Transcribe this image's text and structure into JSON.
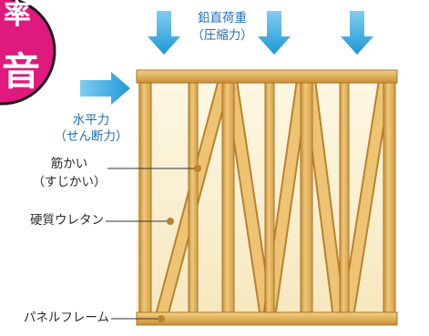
{
  "badge": {
    "line1": "率",
    "line2": "音"
  },
  "labels": {
    "vertical_load": "鉛直荷重",
    "vertical_load_sub": "（圧縮力）",
    "horizontal_force": "水平力",
    "horizontal_force_sub": "（せん断力）",
    "brace": "筋かい",
    "brace_sub": "（すじかい）",
    "urethane": "硬質ウレタン",
    "panel_frame": "パネルフレーム"
  },
  "colors": {
    "badge_fill": "#e0197d",
    "badge_stroke": "#1a1a1a",
    "arrow_blue": "#27a3dd",
    "wood": "#e2b05a",
    "wood_dark": "#b9822e",
    "panel_bg": "#fbf3d6",
    "label_blue": "#1f6fb4"
  },
  "icons": [
    "down-arrow-icon",
    "right-arrow-icon"
  ]
}
